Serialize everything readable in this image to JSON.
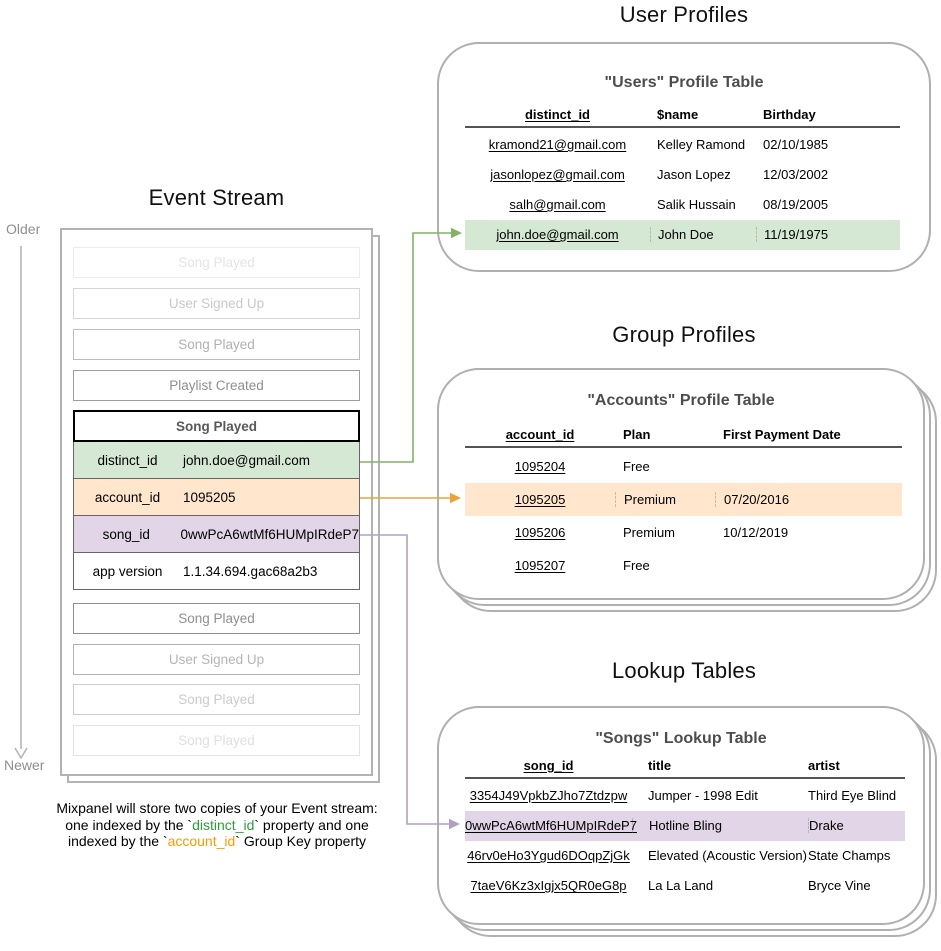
{
  "headings": {
    "event_stream": "Event Stream",
    "user_profiles": "User Profiles",
    "group_profiles": "Group Profiles",
    "lookup_tables": "Lookup Tables"
  },
  "colors": {
    "green_fill": "#d5e8d4",
    "green_stroke": "#82b366",
    "orange_fill": "#ffe6cc",
    "orange_stroke": "#e8a33d",
    "purple_fill": "#e1d5e7",
    "purple_stroke": "#b1a0c7",
    "caption_green": "#2e9e3d",
    "caption_orange": "#ff9900"
  },
  "timeline": {
    "older": "Older",
    "newer": "Newer"
  },
  "event_stream": {
    "events_before": [
      {
        "label": "Song Played",
        "border": "#ececec",
        "text": "#e4e4e4"
      },
      {
        "label": "User Signed Up",
        "border": "#d6d6d6",
        "text": "#c9c9c9"
      },
      {
        "label": "Song Played",
        "border": "#bdbdbd",
        "text": "#b0b0b0"
      },
      {
        "label": "Playlist Created",
        "border": "#9e9e9e",
        "text": "#8f8f8f"
      }
    ],
    "focal_event": {
      "title": "Song Played",
      "properties": [
        {
          "key": "distinct_id",
          "value": "john.doe@gmail.com"
        },
        {
          "key": "account_id",
          "value": "1095205"
        },
        {
          "key": "song_id",
          "value": "0wwPcA6wtMf6HUMpIRdeP7"
        },
        {
          "key": "app version",
          "value": "1.1.34.694.gac68a2b3"
        }
      ]
    },
    "events_after": [
      {
        "label": "Song Played",
        "border": "#8f8f8f",
        "text": "#8f8f8f"
      },
      {
        "label": "User Signed Up",
        "border": "#b3b3b3",
        "text": "#b5b5b5"
      },
      {
        "label": "Song Played",
        "border": "#cccccc",
        "text": "#cbcbcb"
      },
      {
        "label": "Song Played",
        "border": "#e3e3e3",
        "text": "#e0e0e0"
      }
    ],
    "caption": {
      "line1": "Mixpanel will store two copies of your Event stream:",
      "line2": {
        "pre": "one indexed by the `",
        "key": "distinct_id",
        "post": "` property and one"
      },
      "line3": {
        "pre": "indexed by the `",
        "key": "account_id",
        "post": "` Group Key property"
      }
    }
  },
  "user_profiles": {
    "table_title": "\"Users\" Profile Table",
    "columns": [
      "distinct_id",
      "$name",
      "Birthday"
    ],
    "rows": [
      [
        "kramond21@gmail.com",
        "Kelley Ramond",
        "02/10/1985"
      ],
      [
        "jasonlopez@gmail.com",
        "Jason Lopez",
        "12/03/2002"
      ],
      [
        "salh@gmail.com",
        "Salik Hussain",
        "08/19/2005"
      ],
      [
        "john.doe@gmail.com",
        "John Doe",
        "11/19/1975"
      ]
    ],
    "highlighted_row_index": 3
  },
  "group_profiles": {
    "table_title": "\"Accounts\" Profile Table",
    "columns": [
      "account_id",
      "Plan",
      "First Payment Date"
    ],
    "rows": [
      [
        "1095204",
        "Free",
        ""
      ],
      [
        "1095205",
        "Premium",
        "07/20/2016"
      ],
      [
        "1095206",
        "Premium",
        "10/12/2019"
      ],
      [
        "1095207",
        "Free",
        ""
      ]
    ],
    "highlighted_row_index": 1
  },
  "lookup_tables": {
    "table_title": "\"Songs\" Lookup Table",
    "columns": [
      "song_id",
      "title",
      "artist"
    ],
    "rows": [
      [
        "3354J49VpkbZJho7Ztdzpw",
        "Jumper - 1998 Edit",
        "Third Eye Blind"
      ],
      [
        "0wwPcA6wtMf6HUMpIRdeP7",
        "Hotline Bling",
        "Drake"
      ],
      [
        "46rv0eHo3Ygud6DOqpZjGk",
        "Elevated (Acoustic Version)",
        "State Champs"
      ],
      [
        "7taeV6Kz3xIgjx5QR0eG8p",
        "La La Land",
        "Bryce Vine"
      ]
    ],
    "highlighted_row_index": 2
  }
}
